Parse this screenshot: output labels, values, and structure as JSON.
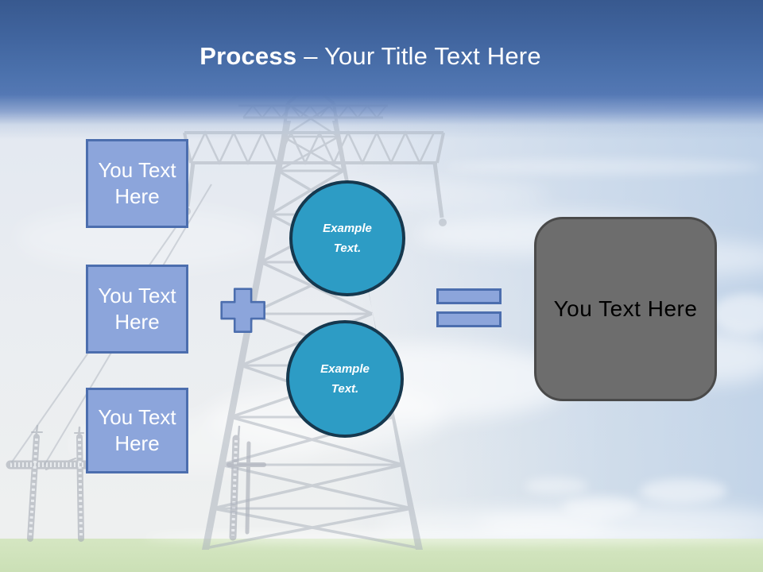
{
  "title": {
    "bold": "Process",
    "rest": "– Your Title Text Here"
  },
  "input_boxes": [
    {
      "lines": [
        "You Text",
        "Here"
      ]
    },
    {
      "lines": [
        "You Text",
        "Here"
      ]
    },
    {
      "lines": [
        "You Text",
        "Here"
      ]
    }
  ],
  "circles": [
    {
      "lines": [
        "Example",
        "Text."
      ]
    },
    {
      "lines": [
        "Example",
        "Text."
      ]
    }
  ],
  "result_box": {
    "label": "You Text Here"
  },
  "icons": {
    "plus": "plus-icon",
    "equals": "equals-icon"
  },
  "background": {
    "scene": "power-transmission-towers-photo-faded"
  },
  "colors": {
    "accent-fill": "#8CA5DB",
    "accent-border": "#4C6EAE",
    "circle-fill": "#2D9CC5",
    "circle-border": "#16384E",
    "result-fill": "#6D6D6D",
    "result-border": "#4A4A4A",
    "title-text": "#FFFFFF",
    "header-blue": "#3A5C94",
    "grass-green": "#D2E4BF"
  }
}
